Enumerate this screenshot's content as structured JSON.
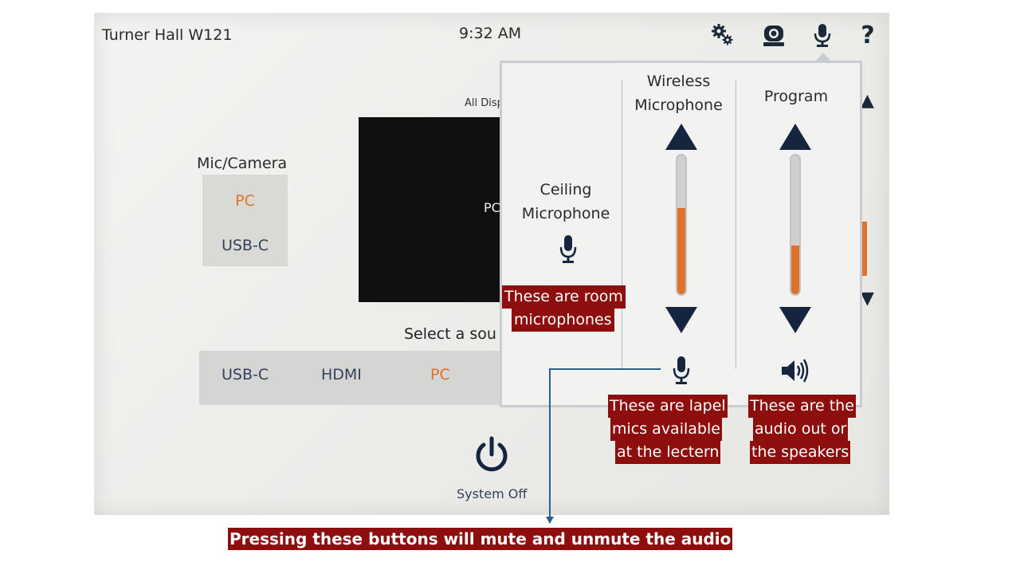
{
  "header": {
    "room_name": "Turner Hall W121",
    "time": "9:32 AM",
    "icons": [
      "gears-icon",
      "camera-icon",
      "microphone-icon",
      "help-icon"
    ],
    "help_label": "?"
  },
  "mic_camera": {
    "label": "Mic/Camera",
    "options": [
      "PC",
      "USB-C"
    ]
  },
  "preview": {
    "all_displays_label": "All Disp",
    "source_text": "PC"
  },
  "source_select": {
    "label": "Select a sou",
    "options": [
      "USB-C",
      "HDMI",
      "PC"
    ],
    "selected": "PC"
  },
  "system_off": {
    "label": "System Off"
  },
  "audio_popup": {
    "ceiling": {
      "title_line1": "Ceiling",
      "title_line2": "Microphone",
      "icon": "microphone-icon"
    },
    "wireless": {
      "title_line1": "Wireless",
      "title_line2": "Microphone",
      "level_fraction": 0.62,
      "icon": "microphone-icon"
    },
    "program": {
      "title": "Program",
      "level_fraction": 0.35,
      "icon": "speaker-icon"
    }
  },
  "annotations": {
    "room_mics": [
      "These are room",
      "microphones"
    ],
    "lapel_mics": [
      "These are lapel",
      "mics available",
      "at the lectern"
    ],
    "speakers": [
      "These are the",
      "audio out or",
      "the speakers"
    ],
    "mute_note": "Pressing these buttons will mute and unmute the audio"
  },
  "colors": {
    "accent_orange": "#e0712a",
    "navy": "#15253f",
    "callout_red": "#8e0e0e",
    "pointer_blue": "#2d5f8c"
  }
}
